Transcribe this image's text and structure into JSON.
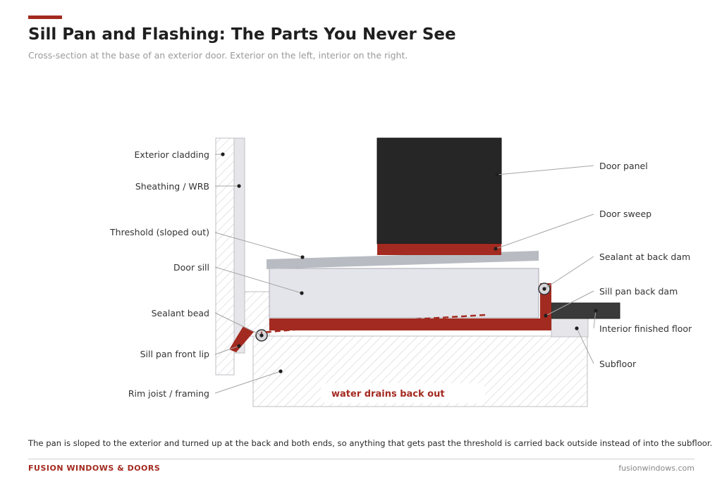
{
  "header": {
    "title": "Sill Pan and Flashing: The Parts You Never See",
    "subtitle": "Cross-section at the base of an exterior door. Exterior on the left, interior on the right."
  },
  "labels": {
    "exterior_cladding": "Exterior cladding",
    "sheathing_wrb": "Sheathing / WRB",
    "threshold": "Threshold (sloped out)",
    "door_sill": "Door sill",
    "sealant_bead": "Sealant bead",
    "sill_pan_front_lip": "Sill pan front lip",
    "rim_joist": "Rim joist / framing",
    "door_panel": "Door panel",
    "door_sweep": "Door sweep",
    "sealant_back_dam": "Sealant at back dam",
    "sill_pan_back_dam": "Sill pan back dam",
    "interior_floor": "Interior finished floor",
    "subfloor": "Subfloor"
  },
  "callout": "water drains back out",
  "caption": "The pan is sloped to the exterior and turned up at the back and both ends, so anything that gets past the threshold is carried back outside instead of into the subfloor.",
  "footer": {
    "brand": "FUSION WINDOWS & DOORS",
    "website": "fusionwindows.com"
  },
  "colors": {
    "accent": "#a32a20",
    "door_panel": "#262626",
    "interior_floor": "#3a3a3a",
    "threshold": "#b8bcc2",
    "sill": "#e4e5ea"
  }
}
